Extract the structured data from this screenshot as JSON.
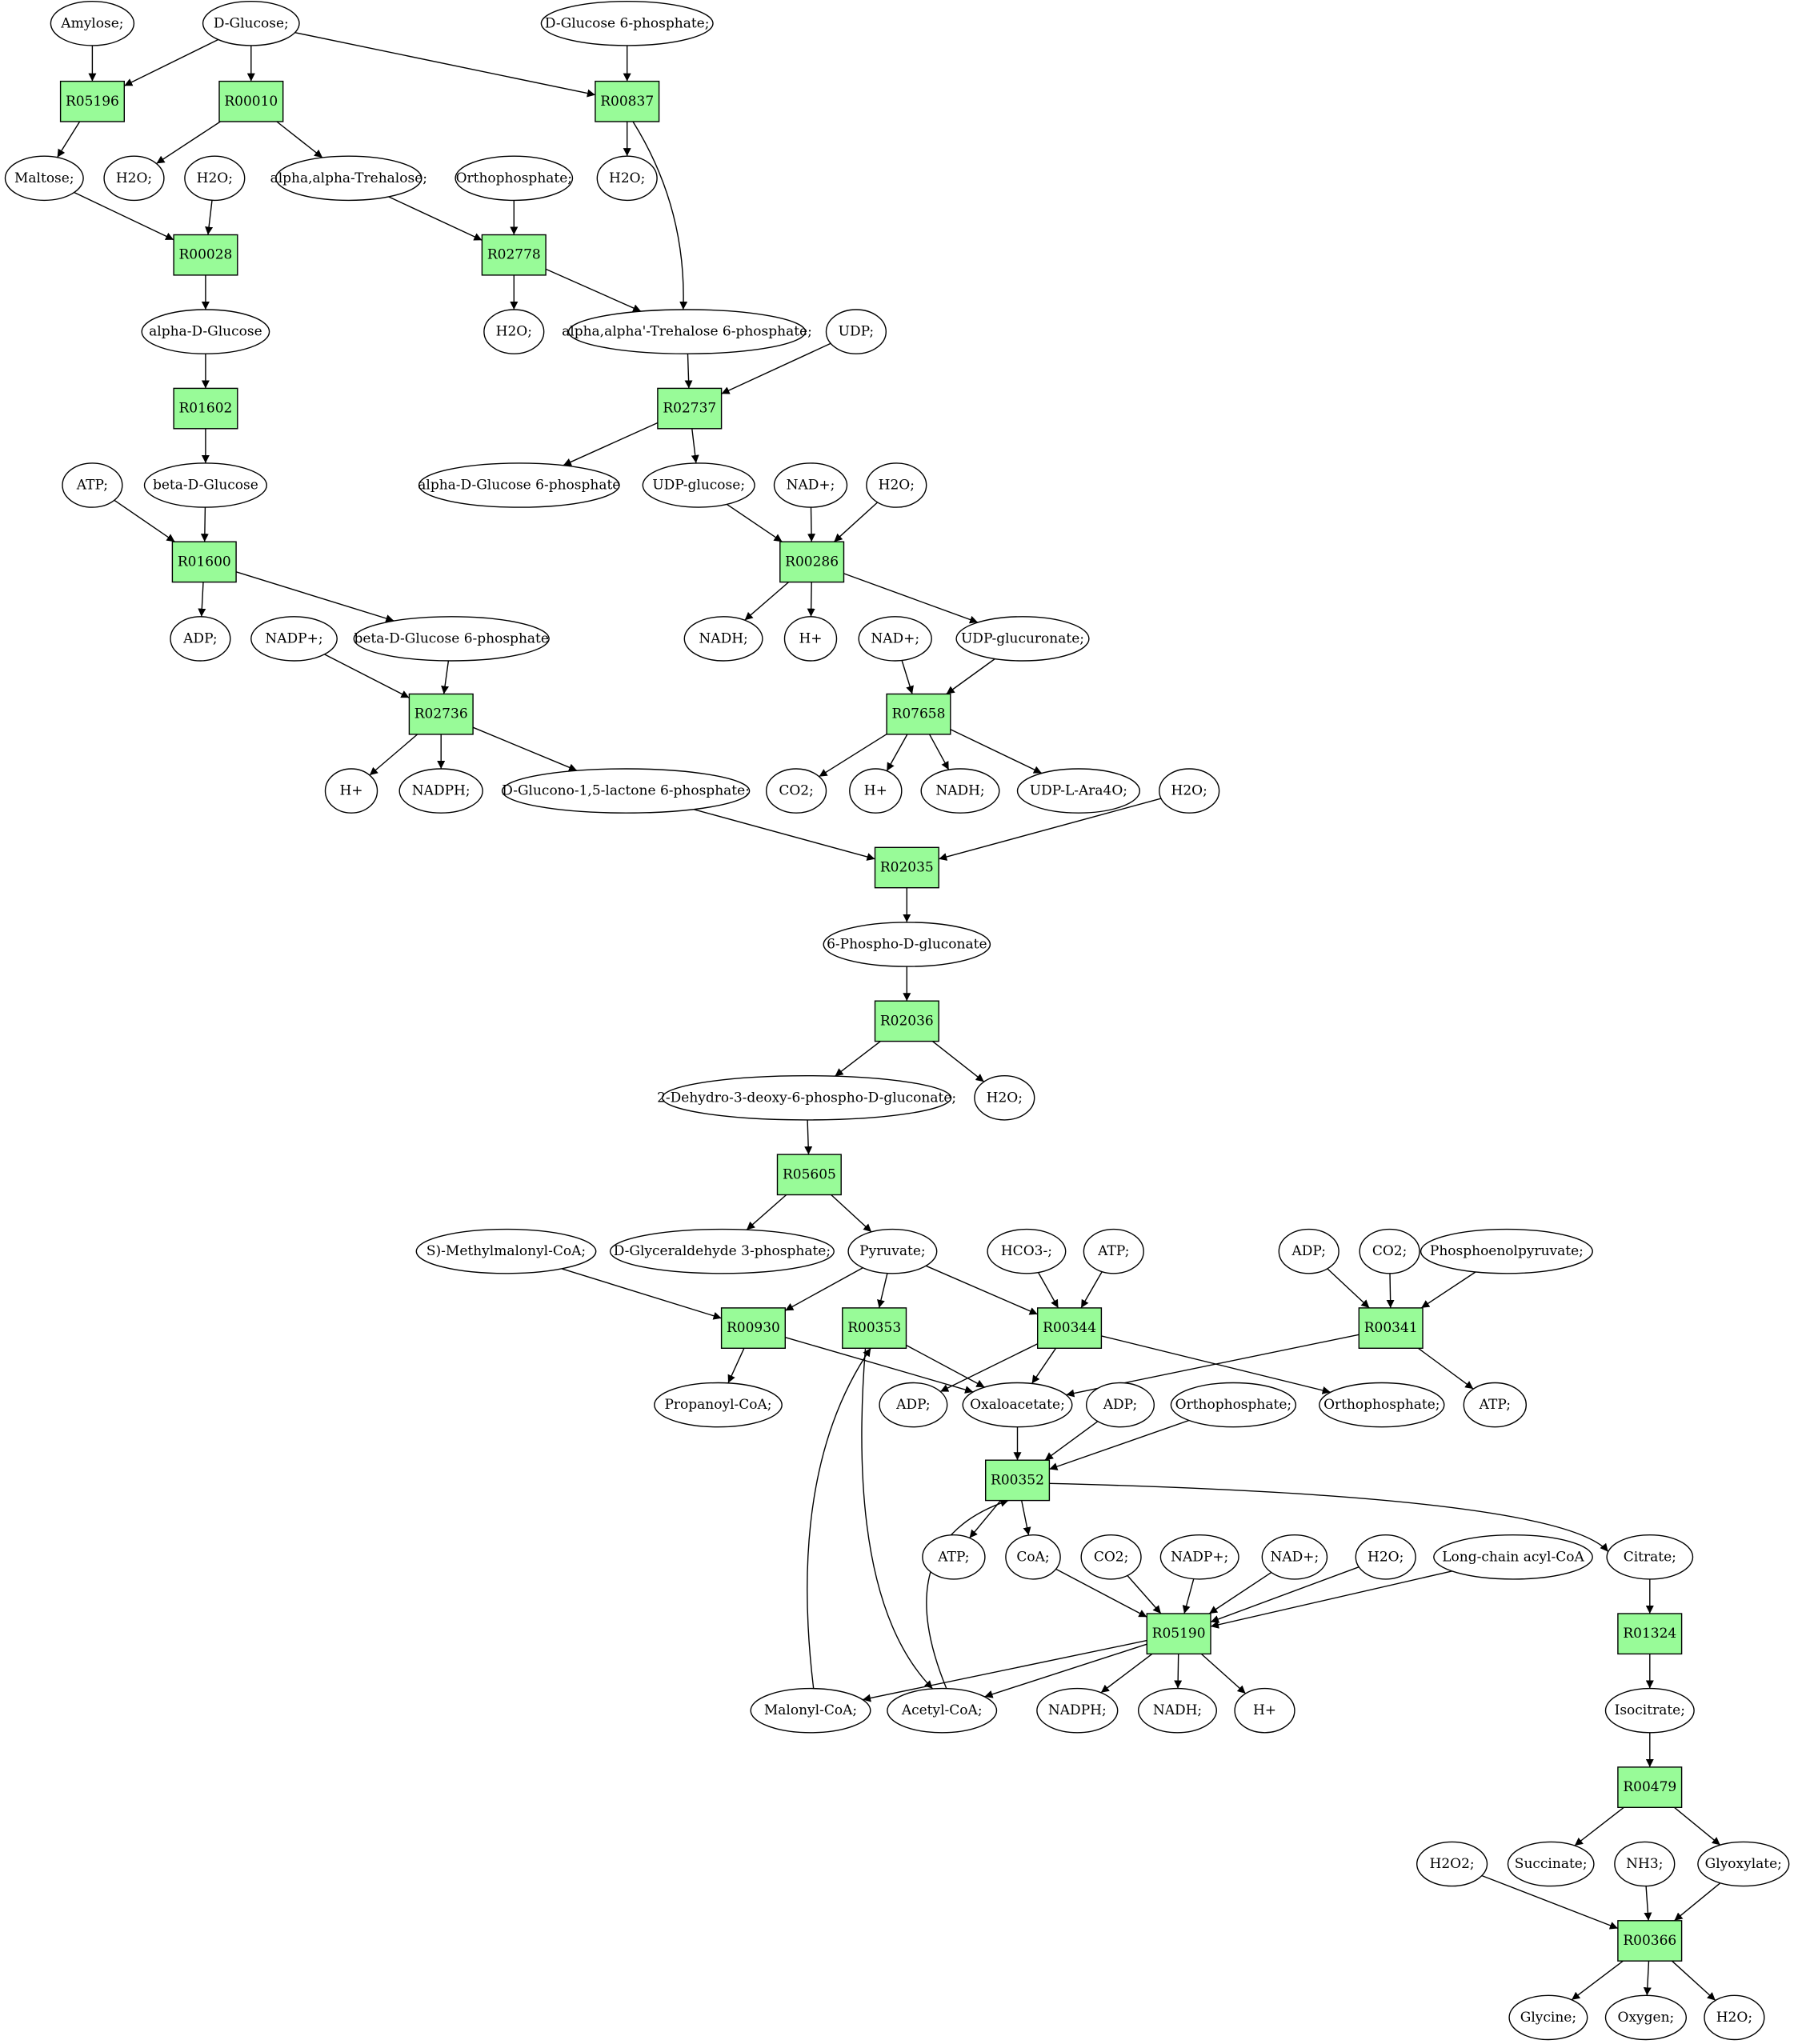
{
  "colors": {
    "reaction_fill": "#98fb98",
    "start_fill": "#00ee00",
    "target_fill": "#ffff00",
    "metabolite_fill": "#ffffff",
    "stroke": "#000000"
  },
  "reactions": [
    {
      "id": "r05196",
      "label": "R05196"
    },
    {
      "id": "r00010",
      "label": "R00010"
    },
    {
      "id": "r00837",
      "label": "R00837"
    },
    {
      "id": "r00028",
      "label": "R00028"
    },
    {
      "id": "r02778",
      "label": "R02778"
    },
    {
      "id": "r01602",
      "label": "R01602"
    },
    {
      "id": "r02737",
      "label": "R02737"
    },
    {
      "id": "r01600",
      "label": "R01600"
    },
    {
      "id": "r00286",
      "label": "R00286"
    },
    {
      "id": "r02736",
      "label": "R02736"
    },
    {
      "id": "r07658",
      "label": "R07658"
    },
    {
      "id": "r02035",
      "label": "R02035"
    },
    {
      "id": "r02036",
      "label": "R02036"
    },
    {
      "id": "r05605",
      "label": "R05605"
    },
    {
      "id": "r00930",
      "label": "R00930"
    },
    {
      "id": "r00353",
      "label": "R00353"
    },
    {
      "id": "r00344",
      "label": "R00344"
    },
    {
      "id": "r00341",
      "label": "R00341"
    },
    {
      "id": "r00352",
      "label": "R00352"
    },
    {
      "id": "r05190",
      "label": "R05190"
    },
    {
      "id": "r01324",
      "label": "R01324"
    },
    {
      "id": "r00479",
      "label": "R00479"
    },
    {
      "id": "r00366",
      "label": "R00366"
    }
  ],
  "metabolites": [
    {
      "id": "amylose",
      "label": "Amylose;"
    },
    {
      "id": "dglucose",
      "label": "D-Glucose;",
      "role": "start"
    },
    {
      "id": "dg6p",
      "label": "D-Glucose 6-phosphate;"
    },
    {
      "id": "maltose",
      "label": "Maltose;"
    },
    {
      "id": "h2o_1",
      "label": "H2O;"
    },
    {
      "id": "h2o_2",
      "label": "H2O;"
    },
    {
      "id": "trehalose",
      "label": "alpha,alpha-Trehalose;"
    },
    {
      "id": "orthophos_1",
      "label": "Orthophosphate;"
    },
    {
      "id": "h2o_3",
      "label": "H2O;"
    },
    {
      "id": "alphadglucose",
      "label": "alpha-D-Glucose"
    },
    {
      "id": "h2o_4",
      "label": "H2O;"
    },
    {
      "id": "t6p",
      "label": "alpha,alpha'-Trehalose 6-phosphate;"
    },
    {
      "id": "udp",
      "label": "UDP;"
    },
    {
      "id": "betadglucose",
      "label": "beta-D-Glucose"
    },
    {
      "id": "ag6p",
      "label": "alpha-D-Glucose 6-phosphate"
    },
    {
      "id": "udpglucose",
      "label": "UDP-glucose;"
    },
    {
      "id": "nadp_1",
      "label": "NAD+;"
    },
    {
      "id": "h2o_5",
      "label": "H2O;"
    },
    {
      "id": "atp_1",
      "label": "ATP;"
    },
    {
      "id": "adp_1",
      "label": "ADP;"
    },
    {
      "id": "nadph_1",
      "label": "NADP+;"
    },
    {
      "id": "bg6p",
      "label": "beta-D-Glucose 6-phosphate"
    },
    {
      "id": "nadh_1",
      "label": "NADH;"
    },
    {
      "id": "hplus_1",
      "label": "H+"
    },
    {
      "id": "nadp_2",
      "label": "NAD+;"
    },
    {
      "id": "udpglucuronate",
      "label": "UDP-glucuronate;"
    },
    {
      "id": "hplus_2",
      "label": "H+"
    },
    {
      "id": "nadph_2",
      "label": "NADPH;"
    },
    {
      "id": "gluconolactone",
      "label": "D-Glucono-1,5-lactone 6-phosphate;"
    },
    {
      "id": "co2_1",
      "label": "CO2;"
    },
    {
      "id": "hplus_3",
      "label": "H+"
    },
    {
      "id": "nadh_2",
      "label": "NADH;"
    },
    {
      "id": "udpara",
      "label": "UDP-L-Ara4O;"
    },
    {
      "id": "h2o_6",
      "label": "H2O;"
    },
    {
      "id": "phosphogluconate",
      "label": "6-Phospho-D-gluconate"
    },
    {
      "id": "kdpg",
      "label": "2-Dehydro-3-deoxy-6-phospho-D-gluconate;"
    },
    {
      "id": "h2o_7",
      "label": "H2O;"
    },
    {
      "id": "methylmalonyl",
      "label": "S)-Methylmalonyl-CoA;"
    },
    {
      "id": "gap",
      "label": "D-Glyceraldehyde 3-phosphate;"
    },
    {
      "id": "pyruvate",
      "label": "Pyruvate;"
    },
    {
      "id": "hco3",
      "label": "HCO3-;"
    },
    {
      "id": "atp_2",
      "label": "ATP;"
    },
    {
      "id": "adp_2",
      "label": "ADP;"
    },
    {
      "id": "co2_2",
      "label": "CO2;"
    },
    {
      "id": "pep",
      "label": "Phosphoenolpyruvate;"
    },
    {
      "id": "propanoyl",
      "label": "Propanoyl-CoA;"
    },
    {
      "id": "adp_3",
      "label": "ADP;"
    },
    {
      "id": "oxaloacetate",
      "label": "Oxaloacetate;"
    },
    {
      "id": "adp_4",
      "label": "ADP;"
    },
    {
      "id": "orthophos_2",
      "label": "Orthophosphate;"
    },
    {
      "id": "orthophos_3",
      "label": "Orthophosphate;"
    },
    {
      "id": "atp_3",
      "label": "ATP;"
    },
    {
      "id": "atp_4",
      "label": "ATP;"
    },
    {
      "id": "coa",
      "label": "CoA;"
    },
    {
      "id": "co2_3",
      "label": "CO2;"
    },
    {
      "id": "nadp_3",
      "label": "NADP+;"
    },
    {
      "id": "nad_3",
      "label": "NAD+;"
    },
    {
      "id": "h2o_8",
      "label": "H2O;"
    },
    {
      "id": "acylcoa",
      "label": "Long-chain acyl-CoA"
    },
    {
      "id": "citrate",
      "label": "Citrate;"
    },
    {
      "id": "malonyl",
      "label": "Malonyl-CoA;"
    },
    {
      "id": "acetyl",
      "label": "Acetyl-CoA;"
    },
    {
      "id": "nadph_3",
      "label": "NADPH;"
    },
    {
      "id": "nadh_3",
      "label": "NADH;"
    },
    {
      "id": "hplus_4",
      "label": "H+"
    },
    {
      "id": "isocitrate",
      "label": "Isocitrate;"
    },
    {
      "id": "h2o2",
      "label": "H2O2;"
    },
    {
      "id": "succinate",
      "label": "Succinate;"
    },
    {
      "id": "nh3",
      "label": "NH3;"
    },
    {
      "id": "glyoxylate",
      "label": "Glyoxylate;"
    },
    {
      "id": "glycine",
      "label": "Glycine;",
      "role": "target"
    },
    {
      "id": "oxygen",
      "label": "Oxygen;"
    },
    {
      "id": "h2o_9",
      "label": "H2O;"
    }
  ],
  "edges": [
    [
      "amylose",
      "r05196"
    ],
    [
      "dglucose",
      "r05196"
    ],
    [
      "dglucose",
      "r00010"
    ],
    [
      "dglucose",
      "r00837"
    ],
    [
      "dg6p",
      "r00837"
    ],
    [
      "r05196",
      "maltose"
    ],
    [
      "r00010",
      "h2o_1"
    ],
    [
      "r00010",
      "trehalose"
    ],
    [
      "r00837",
      "h2o_4"
    ],
    [
      "r00837",
      "t6p"
    ],
    [
      "maltose",
      "r00028"
    ],
    [
      "h2o_2",
      "r00028"
    ],
    [
      "trehalose",
      "r02778"
    ],
    [
      "orthophos_1",
      "r02778"
    ],
    [
      "r00028",
      "alphadglucose"
    ],
    [
      "r02778",
      "h2o_3"
    ],
    [
      "r02778",
      "t6p"
    ],
    [
      "alphadglucose",
      "r01602"
    ],
    [
      "t6p",
      "r02737"
    ],
    [
      "udp",
      "r02737"
    ],
    [
      "r01602",
      "betadglucose"
    ],
    [
      "r02737",
      "ag6p"
    ],
    [
      "r02737",
      "udpglucose"
    ],
    [
      "atp_1",
      "r01600"
    ],
    [
      "betadglucose",
      "r01600"
    ],
    [
      "udpglucose",
      "r00286"
    ],
    [
      "nadp_1",
      "r00286"
    ],
    [
      "h2o_5",
      "r00286"
    ],
    [
      "r01600",
      "adp_1"
    ],
    [
      "r01600",
      "bg6p"
    ],
    [
      "r00286",
      "nadh_1"
    ],
    [
      "r00286",
      "hplus_1"
    ],
    [
      "r00286",
      "udpglucuronate"
    ],
    [
      "nadph_1",
      "r02736"
    ],
    [
      "bg6p",
      "r02736"
    ],
    [
      "nadp_2",
      "r07658"
    ],
    [
      "udpglucuronate",
      "r07658"
    ],
    [
      "r02736",
      "hplus_2"
    ],
    [
      "r02736",
      "nadph_2"
    ],
    [
      "r02736",
      "gluconolactone"
    ],
    [
      "r07658",
      "co2_1"
    ],
    [
      "r07658",
      "hplus_3"
    ],
    [
      "r07658",
      "nadh_2"
    ],
    [
      "r07658",
      "udpara"
    ],
    [
      "gluconolactone",
      "r02035"
    ],
    [
      "h2o_6",
      "r02035"
    ],
    [
      "r02035",
      "phosphogluconate"
    ],
    [
      "phosphogluconate",
      "r02036"
    ],
    [
      "r02036",
      "kdpg"
    ],
    [
      "r02036",
      "h2o_7"
    ],
    [
      "kdpg",
      "r05605"
    ],
    [
      "r05605",
      "gap"
    ],
    [
      "r05605",
      "pyruvate"
    ],
    [
      "methylmalonyl",
      "r00930"
    ],
    [
      "pyruvate",
      "r00930"
    ],
    [
      "pyruvate",
      "r00353"
    ],
    [
      "pyruvate",
      "r00344"
    ],
    [
      "hco3",
      "r00344"
    ],
    [
      "atp_2",
      "r00344"
    ],
    [
      "adp_2",
      "r00341"
    ],
    [
      "co2_2",
      "r00341"
    ],
    [
      "pep",
      "r00341"
    ],
    [
      "r00930",
      "propanoyl"
    ],
    [
      "r00930",
      "oxaloacetate"
    ],
    [
      "r00353",
      "oxaloacetate"
    ],
    [
      "r00344",
      "oxaloacetate"
    ],
    [
      "r00344",
      "adp_3"
    ],
    [
      "r00344",
      "orthophos_3"
    ],
    [
      "r00341",
      "oxaloacetate"
    ],
    [
      "r00341",
      "atp_3"
    ],
    [
      "adp_4",
      "r00352"
    ],
    [
      "oxaloacetate",
      "r00352"
    ],
    [
      "orthophos_2",
      "r00352"
    ],
    [
      "r00352",
      "atp_4"
    ],
    [
      "r00352",
      "coa"
    ],
    [
      "r00352",
      "citrate"
    ],
    [
      "coa",
      "r05190"
    ],
    [
      "co2_3",
      "r05190"
    ],
    [
      "nadp_3",
      "r05190"
    ],
    [
      "nad_3",
      "r05190"
    ],
    [
      "h2o_8",
      "r05190"
    ],
    [
      "acylcoa",
      "r05190"
    ],
    [
      "r05190",
      "malonyl"
    ],
    [
      "r05190",
      "acetyl"
    ],
    [
      "r05190",
      "nadph_3"
    ],
    [
      "r05190",
      "nadh_3"
    ],
    [
      "r05190",
      "hplus_4"
    ],
    [
      "malonyl",
      "r00353"
    ],
    [
      "r00353",
      "acetyl"
    ],
    [
      "acetyl",
      "r00352"
    ],
    [
      "citrate",
      "r01324"
    ],
    [
      "r01324",
      "isocitrate"
    ],
    [
      "isocitrate",
      "r00479"
    ],
    [
      "r00479",
      "succinate"
    ],
    [
      "r00479",
      "glyoxylate"
    ],
    [
      "h2o2",
      "r00366"
    ],
    [
      "nh3",
      "r00366"
    ],
    [
      "glyoxylate",
      "r00366"
    ],
    [
      "r00366",
      "glycine"
    ],
    [
      "r00366",
      "oxygen"
    ],
    [
      "r00366",
      "h2o_9"
    ]
  ]
}
